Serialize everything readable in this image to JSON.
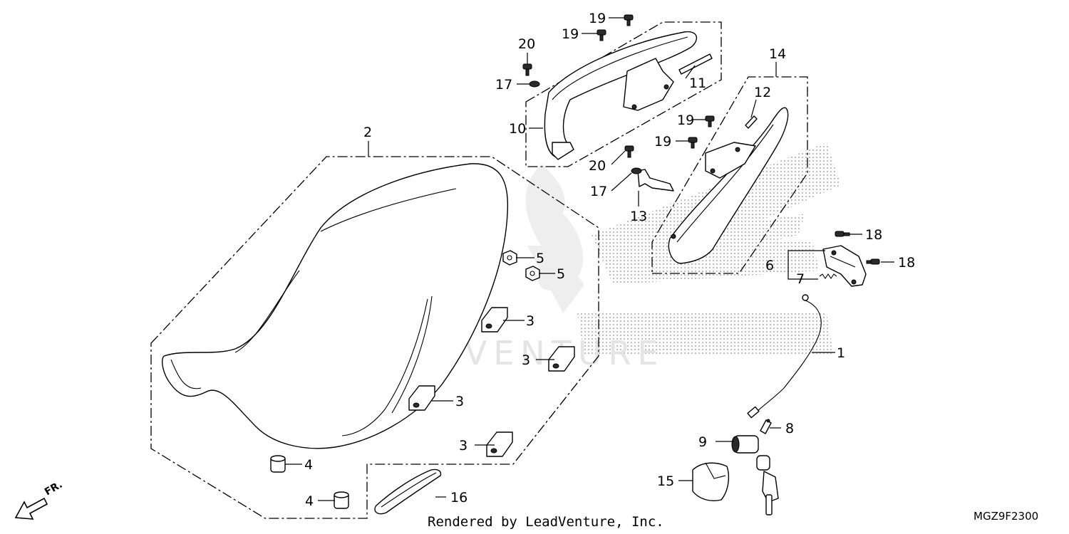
{
  "labels": {
    "l1": "1",
    "l2": "2",
    "l3a": "3",
    "l3b": "3",
    "l3c": "3",
    "l3d": "3",
    "l4a": "4",
    "l4b": "4",
    "l5a": "5",
    "l5b": "5",
    "l6": "6",
    "l7": "7",
    "l8": "8",
    "l9": "9",
    "l10": "10",
    "l11": "11",
    "l12": "12",
    "l13": "13",
    "l14": "14",
    "l15": "15",
    "l16": "16",
    "l17a": "17",
    "l17b": "17",
    "l18a": "18",
    "l18b": "18",
    "l19a": "19",
    "l19b": "19",
    "l19c": "19",
    "l19d": "19",
    "l20a": "20",
    "l20b": "20"
  },
  "watermark": "LEADVENTURE",
  "footer_credit": "Rendered by LeadVenture, Inc.",
  "diagram_code": "MGZ9F2300",
  "direction_label": "FR."
}
